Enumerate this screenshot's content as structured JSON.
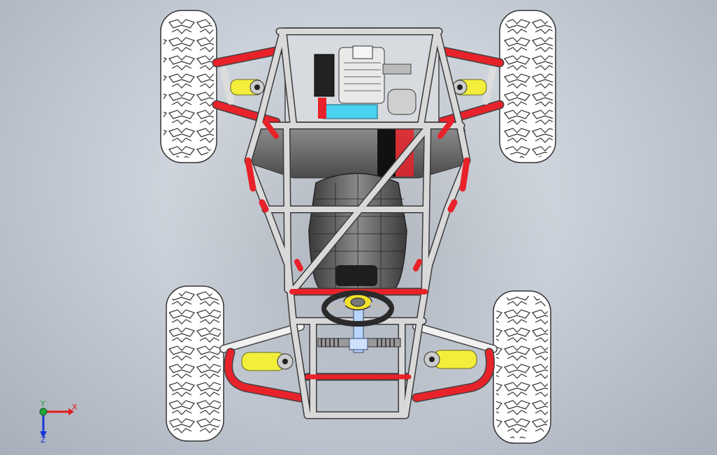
{
  "viewport": {
    "background_top": "#e4e8ee",
    "background_bottom": "#a7afbb"
  },
  "model": {
    "frame_color": "#c8c8c8",
    "accent_color": "#e8222a",
    "shock_color": "#f2ee3a",
    "tank_color": "#4ad2f0",
    "tire_color": "#ffffff",
    "seat_color": "#5a5a5a"
  },
  "triad": {
    "x_label": "X",
    "y_label": "Y",
    "z_label": "Z",
    "x_color": "#e01b1b",
    "y_color": "#22a53a",
    "z_color": "#1a37d6"
  }
}
